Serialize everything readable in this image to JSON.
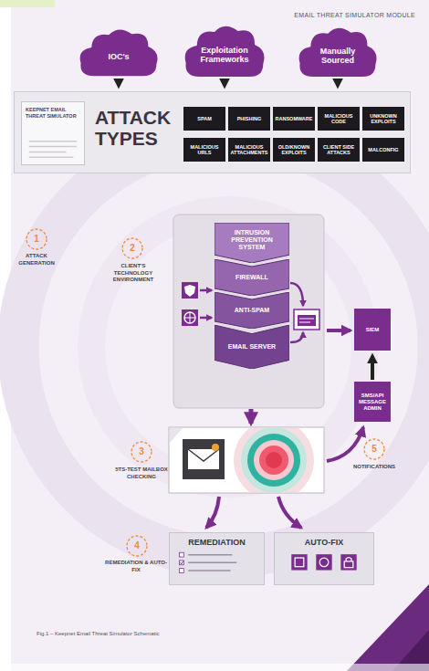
{
  "diagram": {
    "title": "EMAIL THREAT SIMULATOR MODULE",
    "caption": "Fig.1 – Keepnet Email Threat Simulator Schematic",
    "nodes": [
      {
        "text": [
          "IOC's"
        ]
      },
      {
        "text": [
          "Exploitation Frameworks"
        ]
      },
      {
        "text": [
          "Manually Sourced"
        ]
      },
      {
        "text": [
          "ATTACK TYPES"
        ]
      },
      {
        "text": [
          "KEEPNET EMAIL THREAT SIMULATOR"
        ],
        "in": 3
      },
      {
        "text": [
          "SPAM"
        ],
        "in": 3
      },
      {
        "text": [
          "PHISHING"
        ],
        "in": 3
      },
      {
        "text": [
          "RANSOMWARE"
        ],
        "in": 3
      },
      {
        "text": [
          "MALICIOUS CODE"
        ],
        "in": 3
      },
      {
        "text": [
          "UNKNOWN EXPLOITS"
        ],
        "in": 3
      },
      {
        "text": [
          "MALICIOUS URLS"
        ],
        "in": 3
      },
      {
        "text": [
          "MALICIOUS ATTACHMENTS"
        ],
        "in": 3
      },
      {
        "text": [
          "OLD/KNOWN EXPLOITS"
        ],
        "in": 3
      },
      {
        "text": [
          "CLIENT SIDE ATTACKS"
        ],
        "in": 3
      },
      {
        "text": [
          "MALCONFIG"
        ],
        "in": 3
      },
      {
        "text": [
          "INTRUSION PREVENTION SYSTEM"
        ]
      },
      {
        "text": [
          "FIREWALL"
        ]
      },
      {
        "text": [
          "ANTI-SPAM"
        ]
      },
      {
        "text": [
          "EMAIL SERVER"
        ]
      },
      {
        "text": [
          "SIEM"
        ]
      },
      {
        "text": [
          "SMS/API",
          "MESSAGE ADMIN"
        ]
      },
      {
        "text": [
          "REMEDIATION"
        ]
      },
      {
        "text": [
          "AUTO-FIX"
        ]
      }
    ],
    "edges": [
      {
        "from": 0,
        "to": 3,
        "arrow": "to"
      },
      {
        "from": 1,
        "to": 3,
        "arrow": "to"
      },
      {
        "from": 2,
        "to": 3,
        "arrow": "to"
      },
      {
        "from": 20,
        "to": 19,
        "arrow": "to"
      }
    ],
    "labels": [
      "1",
      "ATTACK GENERATION",
      "2",
      "CLIENT'S TECHNOLOGY ENVIRONMENT",
      "3",
      "5TS-TEST MAILBOX CHECKING",
      "4",
      "REMEDIATION & AUTO-FIX",
      "5",
      "NOTIFICATIONS"
    ]
  }
}
